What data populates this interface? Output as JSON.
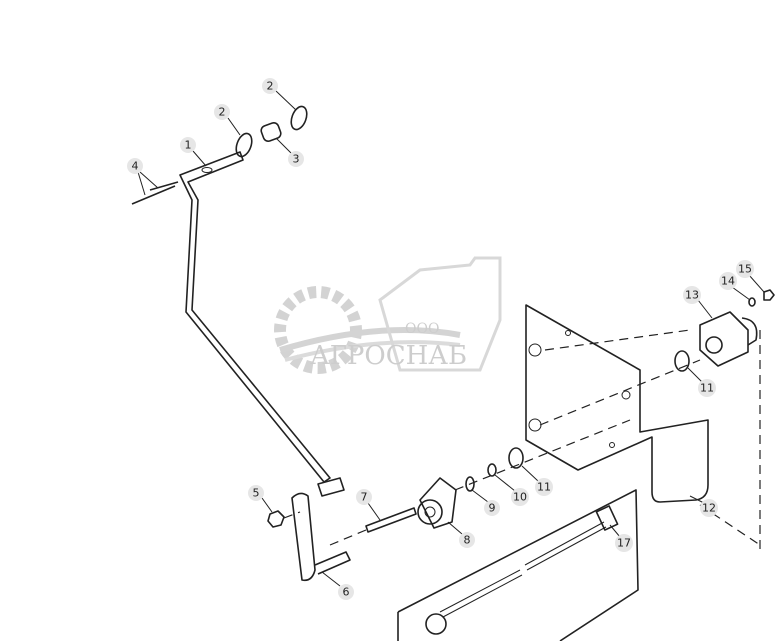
{
  "watermark": {
    "prefix": "ООО",
    "name": "АГРОСНАБ"
  },
  "callouts": [
    {
      "label": "1"
    },
    {
      "label": "2"
    },
    {
      "label": "2"
    },
    {
      "label": "3"
    },
    {
      "label": "4"
    },
    {
      "label": "5"
    },
    {
      "label": "6"
    },
    {
      "label": "7"
    },
    {
      "label": "8"
    },
    {
      "label": "9"
    },
    {
      "label": "10"
    },
    {
      "label": "11"
    },
    {
      "label": "11"
    },
    {
      "label": "12"
    },
    {
      "label": "13"
    },
    {
      "label": "14"
    },
    {
      "label": "15"
    },
    {
      "label": "17"
    }
  ]
}
